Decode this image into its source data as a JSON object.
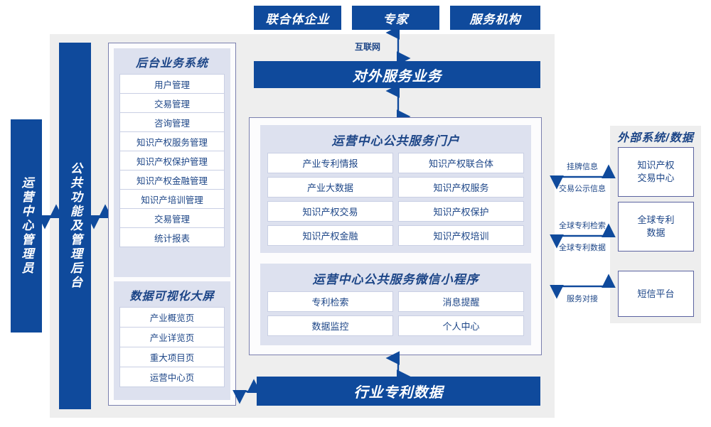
{
  "top_actors": [
    {
      "label": "联合体企业"
    },
    {
      "label": "专家"
    },
    {
      "label": "服务机构"
    }
  ],
  "internet_label": "互联网",
  "external_service_bar": "对外服务业务",
  "industry_data_bar": "行业专利数据",
  "left_rails": [
    {
      "label": "运营中心管理员"
    },
    {
      "label": "公共功能及管理后台"
    }
  ],
  "backend_panel": {
    "title": "后台业务系统",
    "items": [
      "用户管理",
      "交易管理",
      "咨询管理",
      "知识产权服务管理",
      "知识产权保护管理",
      "知识产权金融管理",
      "知识产培训管理",
      "交易管理",
      "统计报表"
    ]
  },
  "visual_panel": {
    "title": "数据可视化大屏",
    "items": [
      "产业概览页",
      "产业详览页",
      "重大项目页",
      "运营中心页"
    ]
  },
  "portal_panel": {
    "title": "运营中心公共服务门户",
    "items": [
      "产业专利情报",
      "知识产权联合体",
      "产业大数据",
      "知识产权服务",
      "知识产权交易",
      "知识产权保护",
      "知识产权金融",
      "知识产权培训"
    ]
  },
  "miniprogram_panel": {
    "title": "运营中心公共服务微信小程序",
    "items": [
      "专利检索",
      "消息提醒",
      "数据监控",
      "个人中心"
    ]
  },
  "external_panel": {
    "title": "外部系统/数据",
    "boxes": [
      {
        "line1": "知识产权",
        "line2": "交易中心"
      },
      {
        "line1": "全球专利",
        "line2": "数据"
      },
      {
        "line1": "短信平台",
        "line2": ""
      }
    ],
    "connectors": [
      {
        "above": "挂牌信息",
        "below": "交易公示信息"
      },
      {
        "above": "全球专利检索",
        "below": "全球专利数据"
      },
      {
        "above": "",
        "below": "服务对接"
      }
    ]
  },
  "colors": {
    "brand_blue": "#0f4a9c",
    "panel_gray": "#eeeeee",
    "panel_lavender": "#dde1ef",
    "text_blue": "#1c4587",
    "border_purple": "#7a7fae"
  }
}
